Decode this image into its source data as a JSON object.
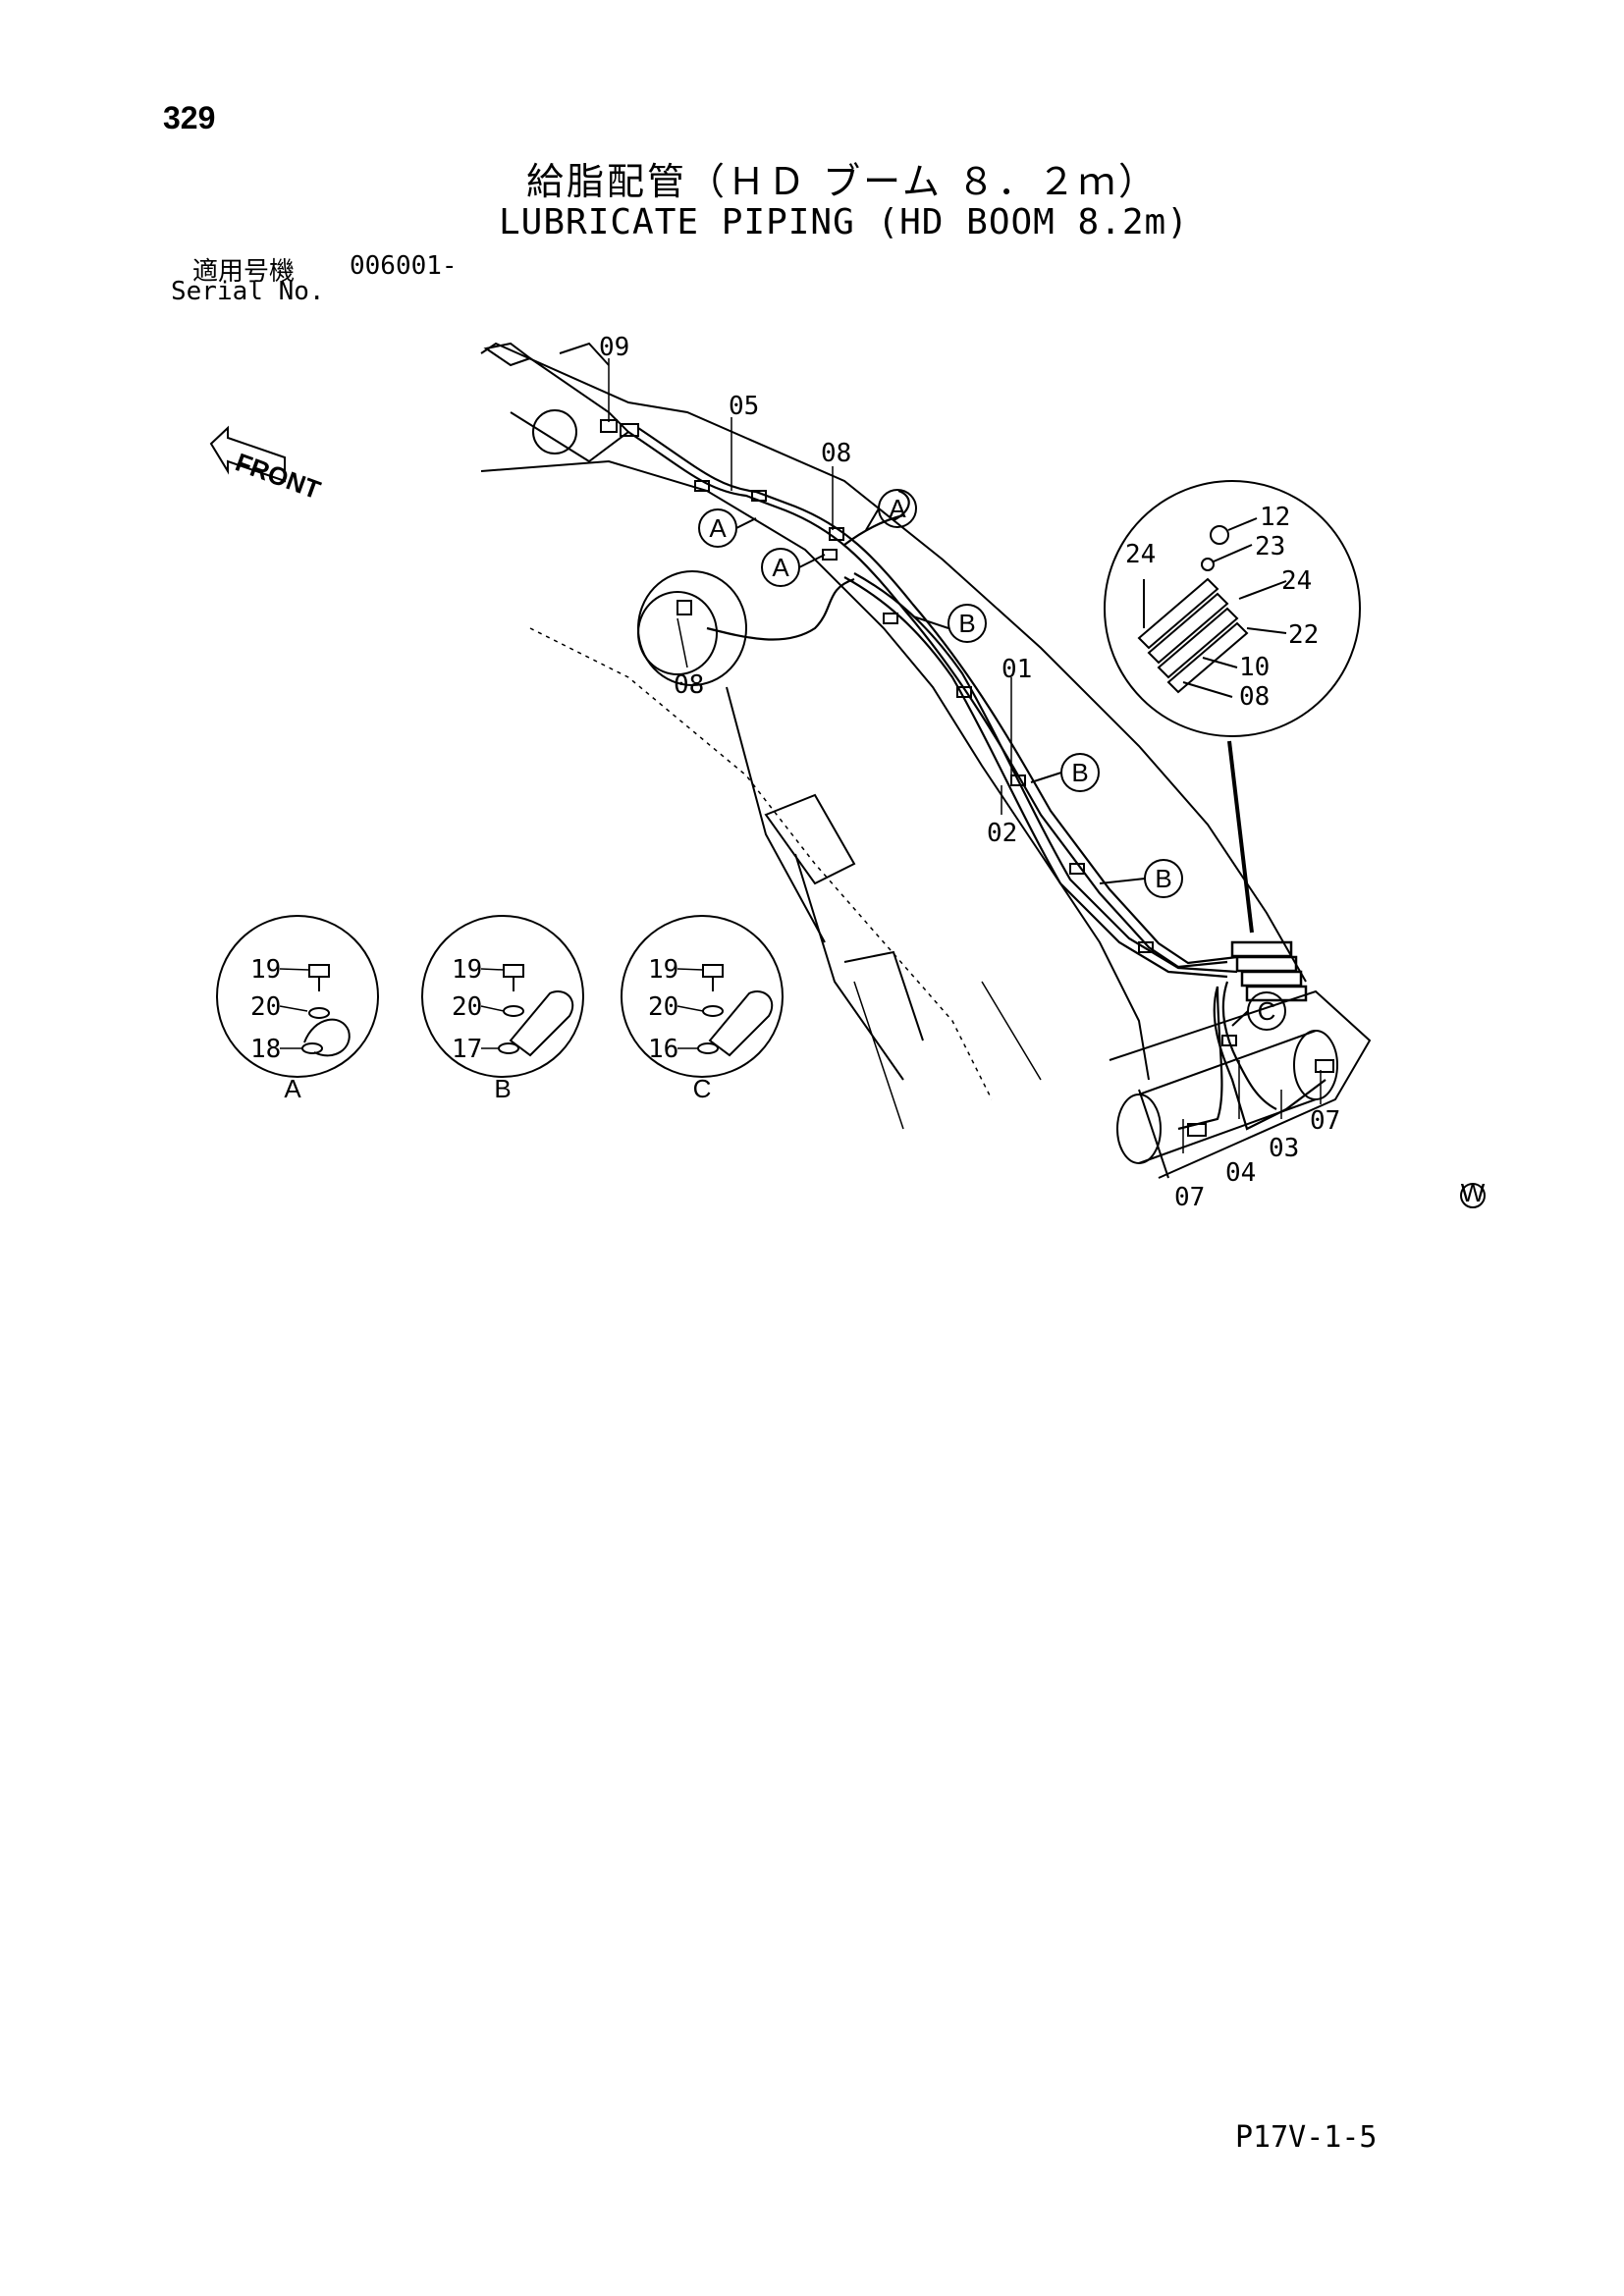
{
  "page_number": "329",
  "title_jp": "給脂配管（ＨＤ ブーム ８．２ｍ）",
  "title_en": "LUBRICATE PIPING (HD BOOM 8.2m)",
  "serial": {
    "label_jp": "適用号機",
    "value": "006001-",
    "label_en": "Serial No."
  },
  "front_label": "FRONT",
  "part_labels": {
    "p09": "09",
    "p05": "05",
    "p08_top": "08",
    "p08_left": "08",
    "p01": "01",
    "p02": "02",
    "p04": "04",
    "p03": "03",
    "p07_right": "07",
    "p07_bottom": "07",
    "d12": "12",
    "d23": "23",
    "d24_left": "24",
    "d24_right": "24",
    "d22": "22",
    "d10": "10",
    "d08": "08"
  },
  "callouts": {
    "a1": "A",
    "a2": "A",
    "a3": "A",
    "b1": "B",
    "b2": "B",
    "b3": "B",
    "c1": "C"
  },
  "details": {
    "A": {
      "bolt": "19",
      "washer": "20",
      "clamp": "18",
      "caption": "A"
    },
    "B": {
      "bolt": "19",
      "washer": "20",
      "clamp": "17",
      "caption": "B"
    },
    "C": {
      "bolt": "19",
      "washer": "20",
      "clamp": "16",
      "caption": "C"
    }
  },
  "mark": "W",
  "page_code": "P17V-1-5"
}
